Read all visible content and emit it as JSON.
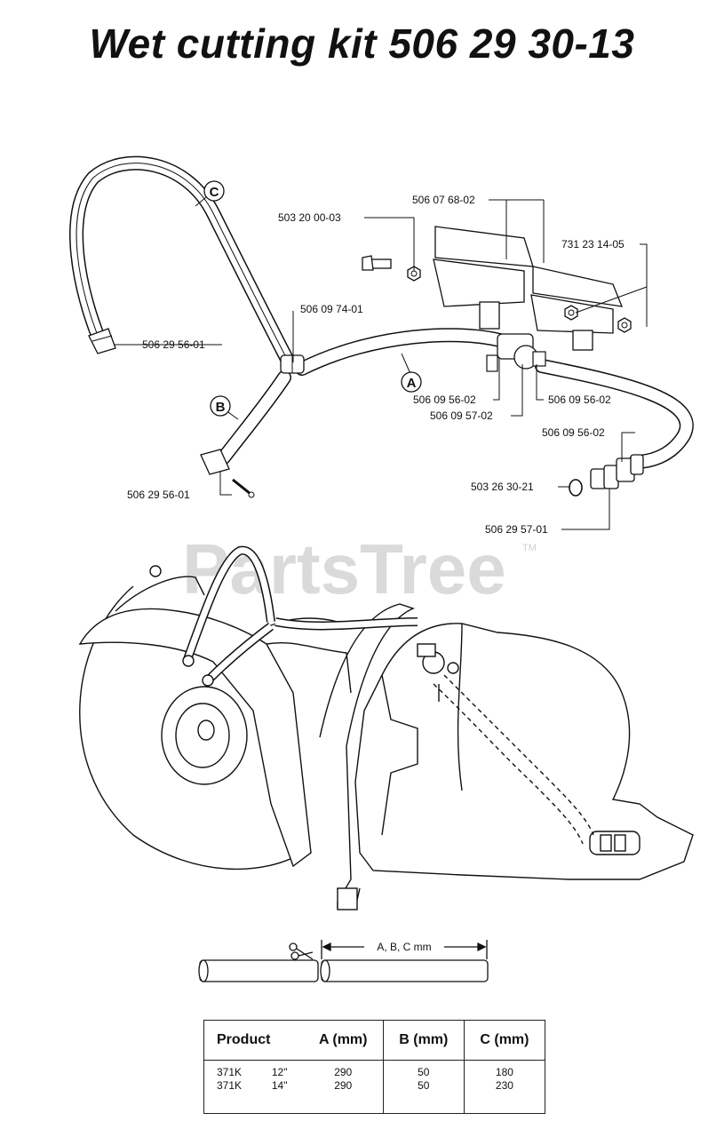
{
  "title": "Wet cutting kit 506 29 30-13",
  "watermark": {
    "text": "PartsTree",
    "tm": "TM"
  },
  "hose_labels": [
    "A",
    "B",
    "C"
  ],
  "part_labels": {
    "p1": "506 07 68-02",
    "p2": "503 20 00-03",
    "p3": "731 23 14-05",
    "p4": "506 09 74-01",
    "p5": "506 29 56-01",
    "p6": "506 09 56-02",
    "p7": "506 09 57-02",
    "p8": "506 09 56-02",
    "p9": "506 09 56-02",
    "p10": "506 29 56-01",
    "p11": "503 26 30-21",
    "p12": "506 29 57-01"
  },
  "dimension_label": "A, B, C mm",
  "table": {
    "headers": {
      "product": "Product",
      "a": "A (mm)",
      "b": "B (mm)",
      "c": "C (mm)"
    },
    "rows": [
      {
        "product": "371K",
        "size": "12\"",
        "a": "290",
        "b": "50",
        "c": "180"
      },
      {
        "product": "371K",
        "size": "14\"",
        "a": "290",
        "b": "50",
        "c": "230"
      }
    ]
  },
  "colors": {
    "ink": "#111111",
    "watermark": "#d4d4d4",
    "background": "#ffffff"
  }
}
